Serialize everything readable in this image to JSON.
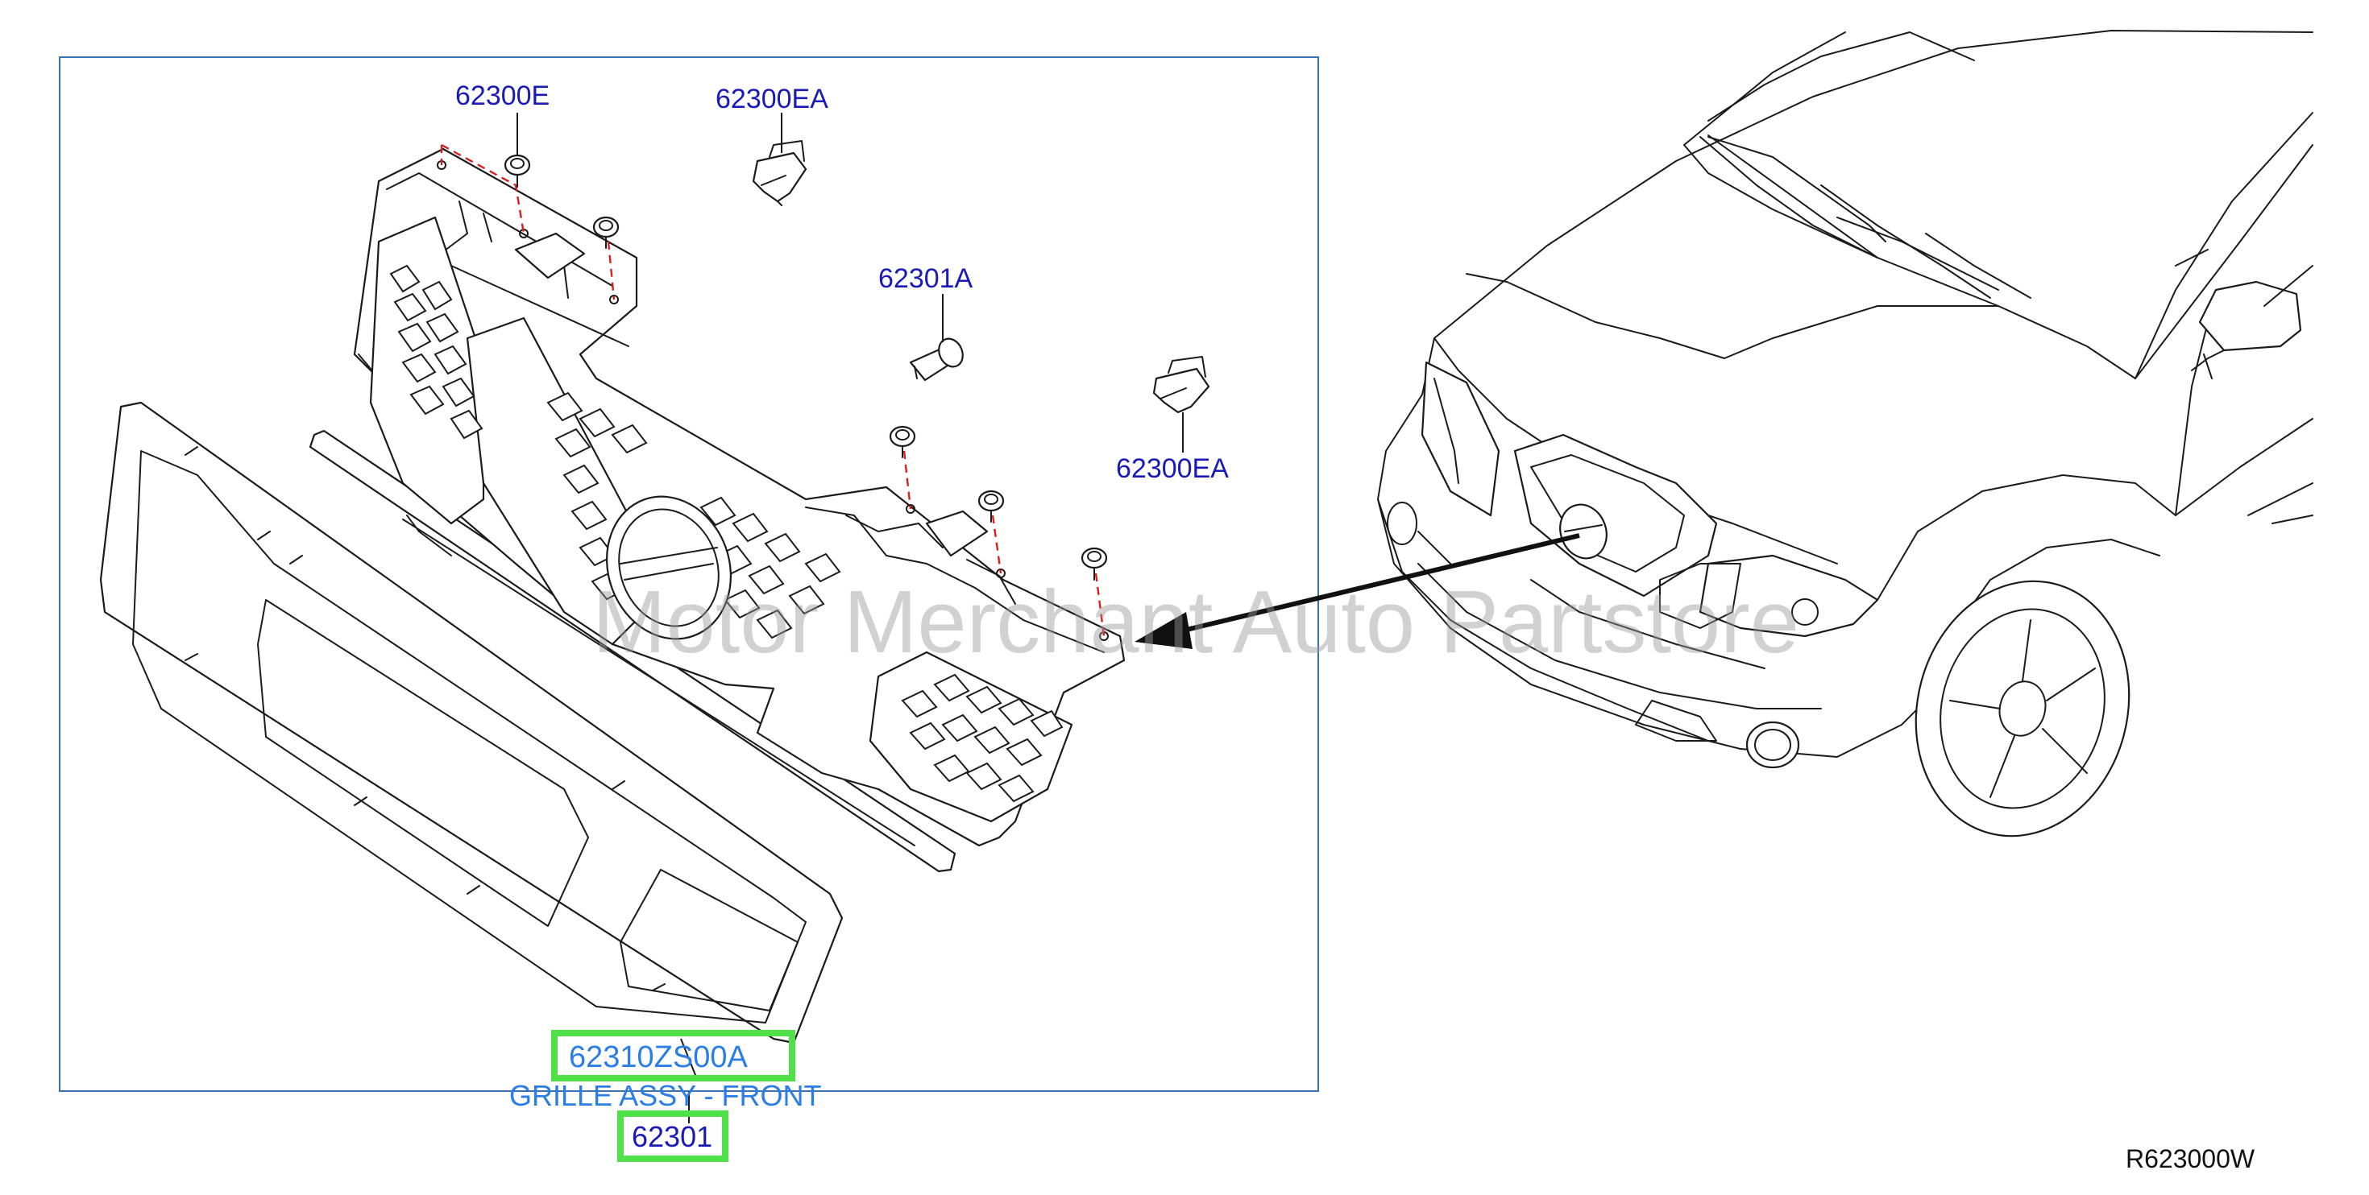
{
  "diagram": {
    "frame_label": "",
    "callouts": {
      "clip_e": "62300E",
      "clip_ea_top": "62300EA",
      "clip_a": "62301A",
      "clip_ea_right": "62300EA",
      "grille_part_number": "62310ZS00A",
      "grille_name": "GRILLE ASSY - FRONT",
      "grille_sub_part": "62301"
    },
    "watermark": "Motor Merchant Auto Partstore",
    "reference_code": "R623000W"
  },
  "colors": {
    "callout_dark_blue": "#1a1ab8",
    "callout_light_blue": "#2a7ee6",
    "highlight_green": "#4fe04a",
    "dashed_leader_red": "#d42020",
    "frame_blue": "#3a6fb0"
  }
}
